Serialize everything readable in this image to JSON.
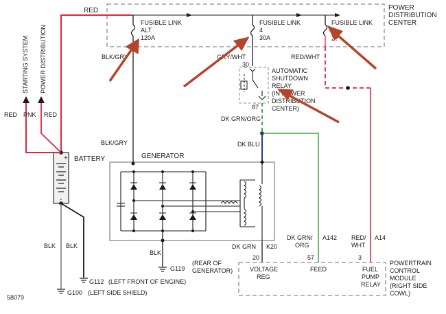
{
  "colors": {
    "red_wire": "#e0243c",
    "green_wire": "#3fae3f",
    "blue_wire": "#1c3f9c",
    "black_wire": "#1a1a1a",
    "grey_wire": "#8a8a8a",
    "arrow": "#b5442a",
    "box_dash": "#8a8a8a"
  },
  "pdc": {
    "title_lines": [
      "POWER",
      "DISTRIBUTION",
      "CENTER"
    ],
    "wire_top_label": "RED",
    "links": [
      {
        "lines": [
          "FUSIBLE LINK",
          "ALT",
          "120A"
        ],
        "bottom_wire": "BLK/GRY"
      },
      {
        "lines": [
          "FUSIBLE LINK",
          "4",
          "30A"
        ],
        "bottom_wire": "GRY/WHT"
      },
      {
        "lines": [
          "FUSIBLE LINK",
          "2?"
        ],
        "bottom_wire": "RED/WHT"
      }
    ]
  },
  "relay": {
    "pin_top": "30",
    "pin_bottom": "87",
    "lines": [
      "AUTOMATIC",
      "SHUTDOWN",
      "RELAY",
      "(IN POWER",
      "DISTRIBUTION",
      "CENTER)"
    ]
  },
  "wires_mid": {
    "dkgrn_org": "DK GRN/ORG",
    "dk_blu": "DK BLU",
    "blk_gry": "BLK/GRY",
    "dk_grn": "DK GRN",
    "k20": "K20",
    "dkgrn_org_pcm_1": "DK GRN/",
    "dkgrn_org_pcm_2": "ORG",
    "a142": "A142",
    "red_wht_1": "RED/",
    "red_wht_2": "WHT",
    "a14": "A14",
    "blk": "BLK"
  },
  "generator": {
    "title": "GENERATOR"
  },
  "battery": {
    "title": "BATTERY",
    "plus": "+",
    "minus": "-"
  },
  "left_feeds": {
    "starting_system": "STARTING SYSTEM",
    "power_distribution": "POWER DISTRIBUTION",
    "red": "RED",
    "pnk": "PNK",
    "red2": "RED"
  },
  "grounds": {
    "blk_1": "BLK",
    "blk_2": "BLK",
    "g112": "G112",
    "g112_desc": "(LEFT FRONT OF ENGINE)",
    "g100": "G100",
    "g100_desc": "(LEFT SIDE SHIELD)",
    "g119": "G119",
    "g119_desc_1": "(REAR OF",
    "g119_desc_2": "GENERATOR)"
  },
  "pcm": {
    "lines": [
      "POWERTRAIN",
      "CONTROL",
      "MODULE",
      "(RIGHT SIDE",
      "COWL)"
    ],
    "pins": [
      {
        "pin": "20",
        "lines": [
          "VOLTAGE",
          "REG"
        ]
      },
      {
        "pin": "57",
        "lines": [
          "FEED"
        ]
      },
      {
        "pin": "3",
        "lines": [
          "FUEL",
          "PUMP",
          "RELAY"
        ]
      }
    ]
  },
  "figure_id": "58079"
}
